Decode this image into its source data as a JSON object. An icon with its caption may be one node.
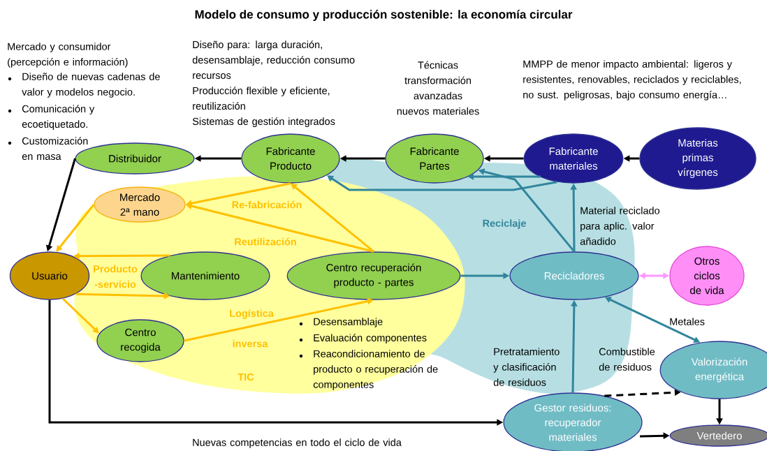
{
  "diagram": {
    "title": "Modelo de consumo y producción sostenible: la economía circular",
    "nodes": [
      {
        "text": [
          "Distribuidor"
        ]
      },
      {
        "text": [
          "Fabricante Producto"
        ]
      },
      {
        "text": [
          "Fabricante Partes"
        ]
      },
      {
        "text": [
          "Fabricante materiales"
        ]
      },
      {
        "text": [
          "Materias primas vírgenes"
        ]
      },
      {
        "text": [
          "Mercado 2ª mano"
        ]
      },
      {
        "text": [
          "Usuario"
        ]
      },
      {
        "text": [
          "Mantenimiento"
        ]
      },
      {
        "text": [
          "Centro recuperación producto - partes"
        ]
      },
      {
        "text": [
          "Recicladores"
        ]
      },
      {
        "text": [
          "Otros ciclos de vida"
        ]
      },
      {
        "text": [
          "Centro recogida"
        ]
      },
      {
        "text": [
          "Valorización energética"
        ]
      },
      {
        "text": [
          "Gestor residuos: recuperador materiales"
        ]
      },
      {
        "text": [
          "Vertedero"
        ]
      }
    ],
    "edges": [
      {
        "from": 1,
        "to": 0,
        "arrow": "to"
      },
      {
        "from": 2,
        "to": 1,
        "arrow": "to"
      },
      {
        "from": 3,
        "to": 2,
        "arrow": "to"
      },
      {
        "from": 4,
        "to": 3,
        "arrow": "to"
      },
      {
        "from": 0,
        "to": 6,
        "arrow": "to"
      },
      {
        "from": 1,
        "to": 5,
        "arrow": "to",
        "color": "#ffc000"
      },
      {
        "from": 8,
        "to": 5,
        "arrow": "to",
        "color": "#ffc000"
      },
      {
        "from": 8,
        "to": 1,
        "arrow": "to",
        "color": "#ffc000"
      },
      {
        "from": 5,
        "to": 6,
        "arrow": "to",
        "color": "#ffc000"
      },
      {
        "from": 7,
        "to": 6,
        "arrow": "to",
        "color": "#ffc000"
      },
      {
        "from": 6,
        "to": 7,
        "arrow": "to",
        "color": "#ffc000"
      },
      {
        "from": 6,
        "to": 11,
        "arrow": "to",
        "color": "#ffc000"
      },
      {
        "from": 11,
        "to": 8,
        "arrow": "to",
        "color": "#ffc000"
      },
      {
        "from": 8,
        "to": 9,
        "arrow": "to",
        "color": "#31859c"
      },
      {
        "from": 3,
        "to": 2,
        "arrow": "to",
        "color": "#31859c"
      },
      {
        "from": 3,
        "to": 1,
        "arrow": "to",
        "color": "#31859c"
      },
      {
        "from": 9,
        "to": 2,
        "arrow": "to",
        "color": "#31859c"
      },
      {
        "from": 9,
        "to": 3,
        "arrow": "to",
        "color": "#31859c"
      },
      {
        "from": 9,
        "to": 10,
        "arrow": "both",
        "color": "#ff99ff"
      },
      {
        "from": 13,
        "to": 9,
        "arrow": "to",
        "color": "#31859c"
      },
      {
        "from": 9,
        "to": 12,
        "arrow": "both",
        "color": "#31859c"
      },
      {
        "from": 6,
        "to": 13,
        "arrow": "to"
      },
      {
        "from": 13,
        "to": 12,
        "arrow": "to",
        "style": "dashed"
      },
      {
        "from": 12,
        "to": 14,
        "arrow": "to"
      },
      {
        "from": 13,
        "to": 14,
        "arrow": "to"
      }
    ],
    "labels": [
      "Mercado y consumidor (percepción e información)",
      "Diseño de nuevas cadenas de valor y modelos negocio.",
      "Comunicación y ecoetiquetado.",
      "Customización en masa",
      "Diseño para: larga duración, desensamblaje, reducción consumo recursos",
      "Producción flexible y eficiente, reutilización",
      "Sistemas de gestión integrados",
      "Técnicas transformación avanzadas nuevos materiales",
      "MMPP de menor impacto ambiental: ligeros y resistentes, renovables, reciclados y reciclables, no sust. peligrosas, bajo consumo energía…",
      "Re-fabricación",
      "Material reciclado para aplic. valor añadido",
      "Reciclaje",
      "Reutilización",
      "Producto -servicio",
      "Logística",
      "Desensamblaje",
      "inversa",
      "Evaluación componentes",
      "Reacondicionamiento de producto o recuperación de componentes",
      "Metales",
      "Pretratamiento y clasificación de residuos",
      "Combustible de residuos",
      "TIC",
      "Nuevas competencias en todo el ciclo de vida"
    ]
  }
}
